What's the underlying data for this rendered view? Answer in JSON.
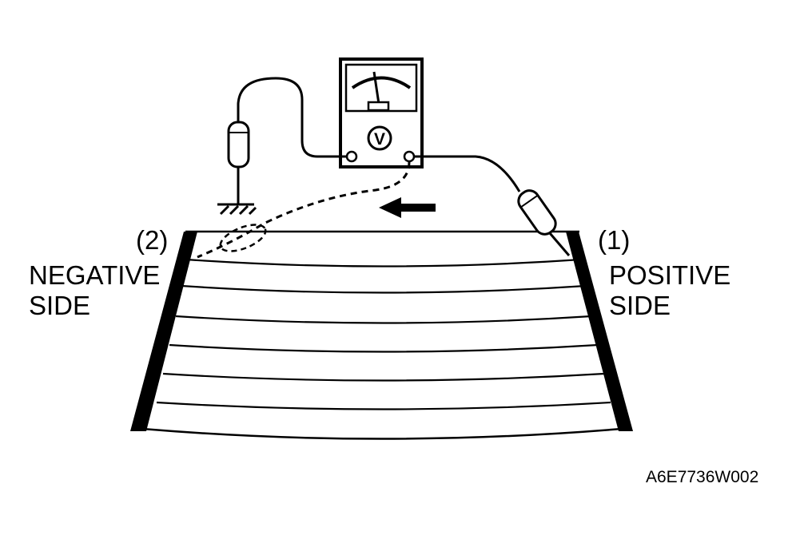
{
  "labels": {
    "negative_number": "(2)",
    "negative_line1": "NEGATIVE",
    "negative_line2": "SIDE",
    "positive_number": "(1)",
    "positive_line1": "POSITIVE",
    "positive_line2": "SIDE",
    "meter_symbol": "V",
    "figure_code": "A6E7736W002"
  },
  "colors": {
    "ink": "#000000",
    "paper": "#ffffff"
  },
  "diagram": {
    "heating_element_lines": 7
  }
}
